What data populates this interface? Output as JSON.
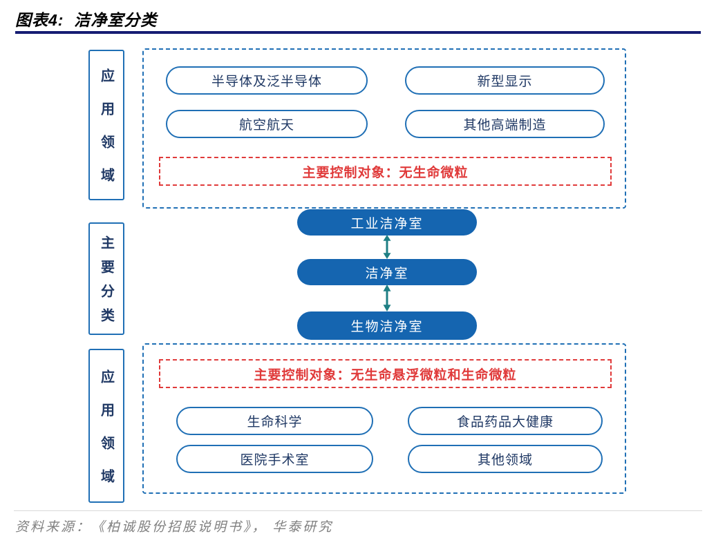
{
  "title": "图表4:  洁净室分类",
  "side_labels": {
    "top": "应用领域",
    "middle": "主要分类",
    "bottom": "应用领域"
  },
  "top_section": {
    "pills": [
      "半导体及泛半导体",
      "新型显示",
      "航空航天",
      "其他高端制造"
    ],
    "control_note": "主要控制对象：无生命微粒"
  },
  "center_flow": {
    "nodes": [
      "工业洁净室",
      "洁净室",
      "生物洁净室"
    ]
  },
  "bottom_section": {
    "control_note": "主要控制对象：无生命悬浮微粒和生命微粒",
    "pills": [
      "生命科学",
      "食品药品大健康",
      "医院手术室",
      "其他领域"
    ]
  },
  "footer": {
    "source": "资料来源：《柏诚股份招股说明书》， 华泰研究"
  },
  "colors": {
    "accent_blue": "#1F6FB5",
    "node_blue": "#1565B0",
    "alert_red": "#E03A3A",
    "arrow_teal": "#1E7F84",
    "underline_navy": "#161D73",
    "pill_text": "#1F3864",
    "source_gray": "#808080"
  }
}
